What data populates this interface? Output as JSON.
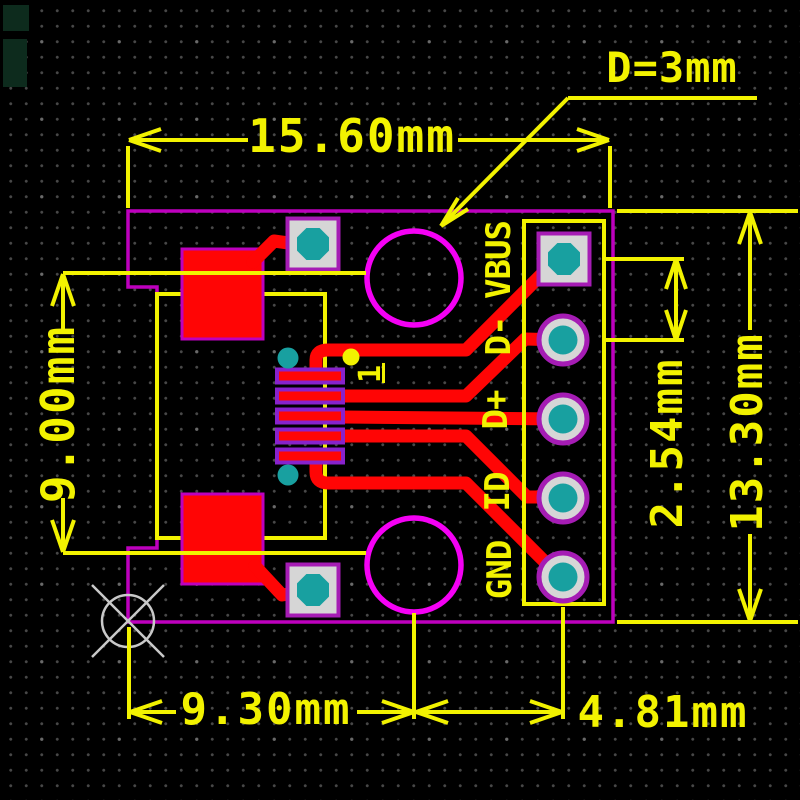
{
  "drawing": {
    "dimensions": {
      "board_width": "15.60mm",
      "mount_hole_diameter": "D=3mm",
      "usb_connector_width": "9.00mm",
      "pin_pitch": "2.54mm",
      "board_height": "13.30mm",
      "origin_to_hole": "9.30mm",
      "hole_to_pin_row": "4.81mm"
    },
    "pins": [
      {
        "label": "VBUS"
      },
      {
        "label": "D-"
      },
      {
        "label": "D+"
      },
      {
        "label": "ID"
      },
      {
        "label": "GND"
      }
    ],
    "pin_one_marker": "1",
    "colors": {
      "background": "#000000",
      "dimension_yellow": "#f2f200",
      "copper_red": "#ff0505",
      "board_outline_magenta": "#be00be",
      "mount_hole_magenta": "#f400f4",
      "drill_teal": "#18a0a0",
      "pad_surface_gray": "#d6d6d6",
      "pad_ring_purple": "#a51cb4",
      "connector_pad_outline_violet": "#8822cc"
    }
  }
}
